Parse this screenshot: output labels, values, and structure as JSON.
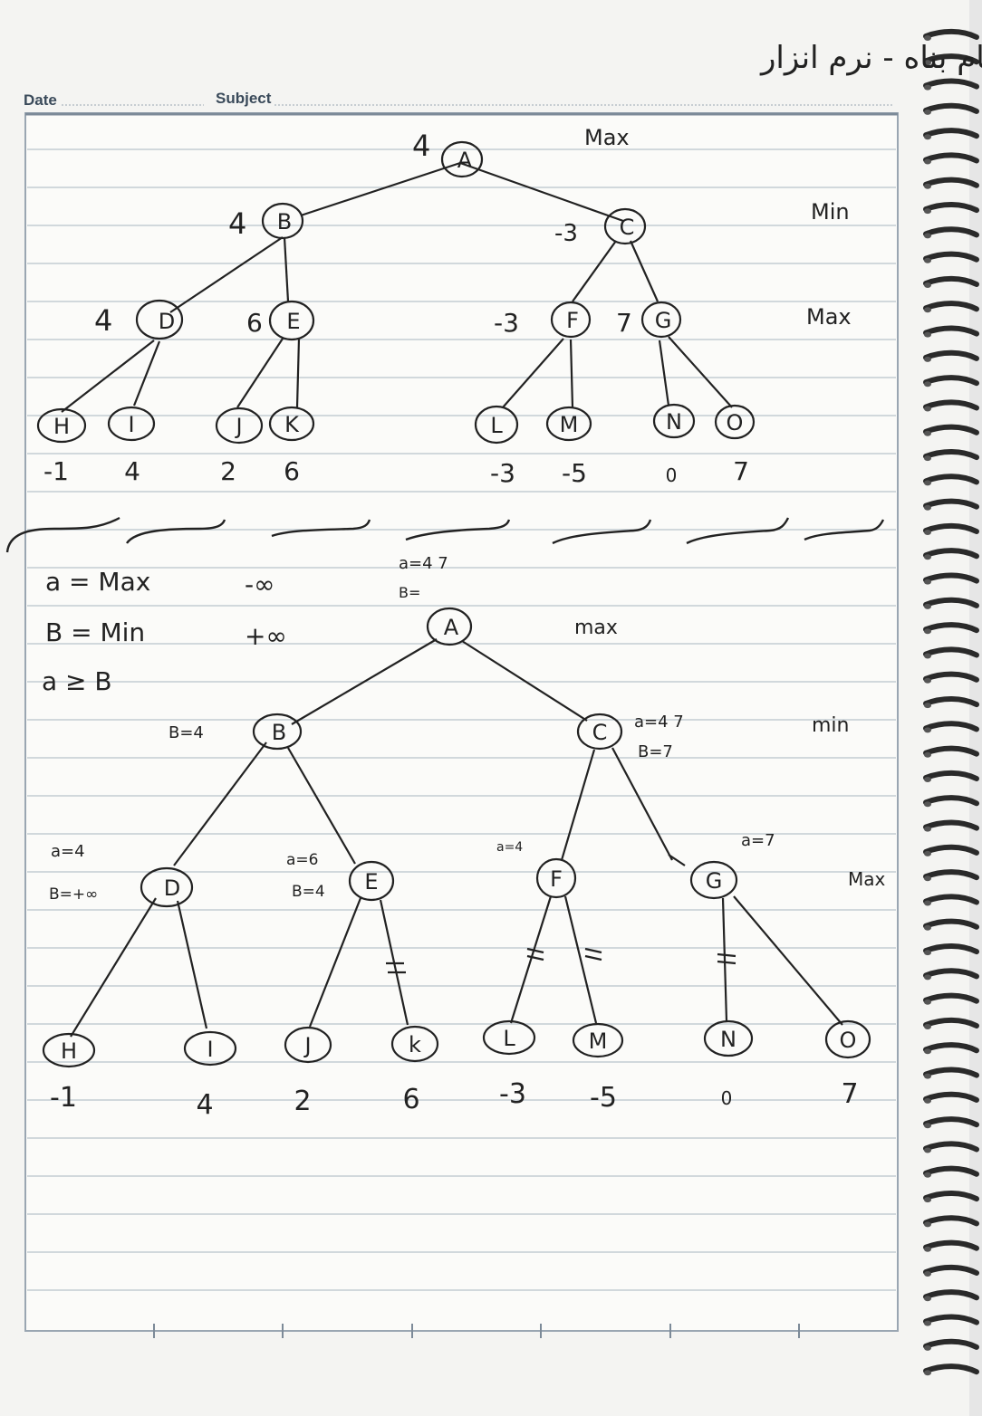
{
  "header": {
    "title_persian": "صالح سام بناه - نرم انزار",
    "date_label": "Date",
    "subject_label": "Subject"
  },
  "tree1": {
    "levels": {
      "max_top": "Max",
      "min": "Min",
      "max_mid": "Max"
    },
    "nodes": {
      "A": {
        "label": "A",
        "value": "4"
      },
      "B": {
        "label": "B",
        "value": "4"
      },
      "C": {
        "label": "C",
        "value": "-3"
      },
      "D": {
        "label": "D",
        "value": "4"
      },
      "E": {
        "label": "E",
        "value": "6"
      },
      "F": {
        "label": "F",
        "value": "-3"
      },
      "G": {
        "label": "G",
        "value": "7"
      },
      "H": {
        "label": "H"
      },
      "I": {
        "label": "I"
      },
      "J": {
        "label": "J"
      },
      "K": {
        "label": "K"
      },
      "L": {
        "label": "L"
      },
      "M": {
        "label": "M"
      },
      "N": {
        "label": "N"
      },
      "O": {
        "label": "O"
      }
    },
    "leaf_values": [
      "-1",
      "4",
      "2",
      "6",
      "-3",
      "-5",
      "0",
      "7"
    ]
  },
  "notes": {
    "alpha_def": "a = Max",
    "alpha_init": "-∞",
    "beta_def": "B = Min",
    "beta_init": "+∞",
    "condition": "a ≥ B"
  },
  "tree2": {
    "levels": {
      "max_top": "max",
      "min": "min",
      "max_mid": "Max"
    },
    "annotations": {
      "A_alpha": "a=4 7",
      "A_beta": "B=",
      "B_beta": "B=4",
      "C_alpha": "a=4 7",
      "C_beta": "B=7",
      "D_alpha": "a=4",
      "D_beta": "B=+∞",
      "E_alpha": "a=6",
      "E_beta": "B=4",
      "F_alpha": "a=4",
      "G_alpha": "a=7"
    },
    "nodes": {
      "A": "A",
      "B": "B",
      "C": "C",
      "D": "D",
      "E": "E",
      "F": "F",
      "G": "G",
      "H": "H",
      "I": "I",
      "J": "J",
      "K": "k",
      "L": "L",
      "M": "M",
      "N": "N",
      "O": "O"
    },
    "leaf_values": [
      "-1",
      "4",
      "2",
      "6",
      "-3",
      "-5",
      "0",
      "7"
    ]
  },
  "colors": {
    "ink": "#222222",
    "rule": "#b8c2cc",
    "binding": "#2a2a2a",
    "paper": "#f4f4f2"
  }
}
